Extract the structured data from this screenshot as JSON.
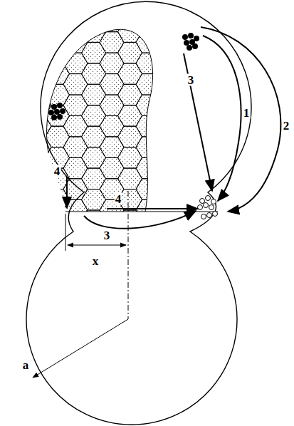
{
  "diagram": {
    "labels": [
      "3",
      "1",
      "2",
      "4",
      "4",
      "3",
      "x",
      "a"
    ]
  }
}
